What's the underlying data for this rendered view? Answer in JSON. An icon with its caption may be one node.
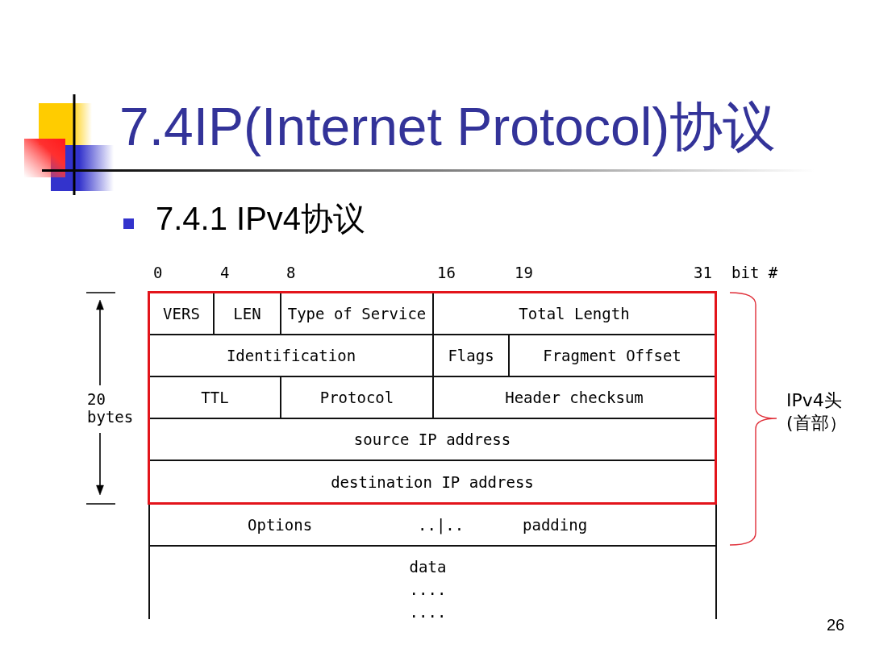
{
  "diagram": {
    "title": "7.4IP(Internet Protocol)协议",
    "nodes": [
      {
        "text": [],
        "shape": "box"
      },
      {
        "text": [
          "VERS"
        ],
        "in": 0
      },
      {
        "text": [
          "LEN"
        ],
        "in": 0
      },
      {
        "text": [
          "Type of Service"
        ],
        "in": 0
      },
      {
        "text": [
          "Total Length"
        ],
        "in": 0
      },
      {
        "text": [
          "Identification"
        ],
        "in": 0
      },
      {
        "text": [
          "Flags"
        ],
        "in": 0
      },
      {
        "text": [
          "Fragment Offset"
        ],
        "in": 0
      },
      {
        "text": [
          "TTL"
        ],
        "in": 0
      },
      {
        "text": [
          "Protocol"
        ],
        "in": 0
      },
      {
        "text": [
          "Header checksum"
        ],
        "in": 0
      },
      {
        "text": [
          "source IP address"
        ],
        "in": 0
      },
      {
        "text": [
          "destination IP address"
        ],
        "in": 0
      },
      {
        "text": [
          "Options",
          "..|..",
          "padding"
        ]
      },
      {
        "text": [
          "data",
          "....",
          "...."
        ]
      }
    ],
    "labels": [
      "7.4.1 IPv4协议",
      "0",
      "4",
      "8",
      "16",
      "19",
      "31",
      "bit #",
      "20 bytes",
      "IPv4头(首部）",
      "26"
    ]
  }
}
